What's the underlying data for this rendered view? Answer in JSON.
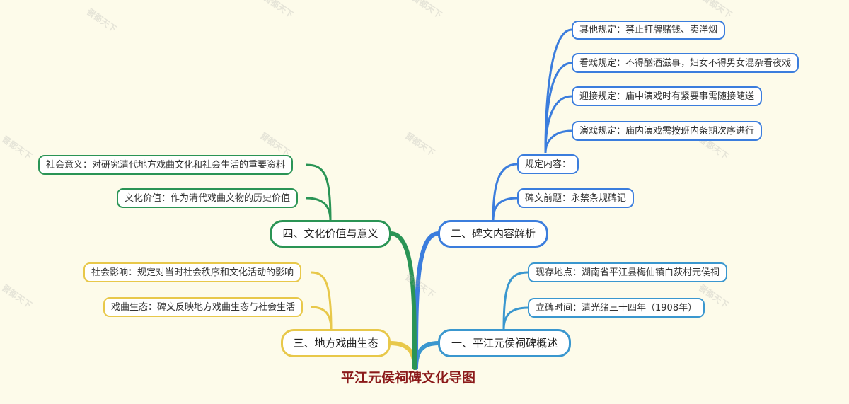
{
  "title": "平江元侯祠碑文化导图",
  "watermark": "晋都天下",
  "colors": {
    "blue": "#3b7ddd",
    "lightblue": "#3a97cf",
    "green": "#2a9455",
    "yellow": "#e8c84a",
    "root_text": "#8b1a1a"
  },
  "branches": {
    "b1": {
      "label": "一、平江元侯祠碑概述",
      "items": [
        "现存地点：湖南省平江县梅仙镇白荻村元侯祠",
        "立碑时间：清光绪三十四年（1908年）"
      ]
    },
    "b2": {
      "label": "二、碑文内容解析",
      "items": [
        "规定内容：",
        "碑文前题：永禁条规碑记"
      ],
      "sub": [
        "其他规定：禁止打牌赌钱、卖洋烟",
        "看戏规定：不得酗酒滋事，妇女不得男女混杂看夜戏",
        "迎接规定：庙中演戏时有紧要事需随接随送",
        "演戏规定：庙内演戏需按班内条期次序进行"
      ]
    },
    "b3": {
      "label": "三、地方戏曲生态",
      "items": [
        "社会影响：规定对当时社会秩序和文化活动的影响",
        "戏曲生态：碑文反映地方戏曲生态与社会生活"
      ]
    },
    "b4": {
      "label": "四、文化价值与意义",
      "items": [
        "社会意义：对研究清代地方戏曲文化和社会生活的重要资料",
        "文化价值：作为清代戏曲文物的历史价值"
      ]
    }
  }
}
